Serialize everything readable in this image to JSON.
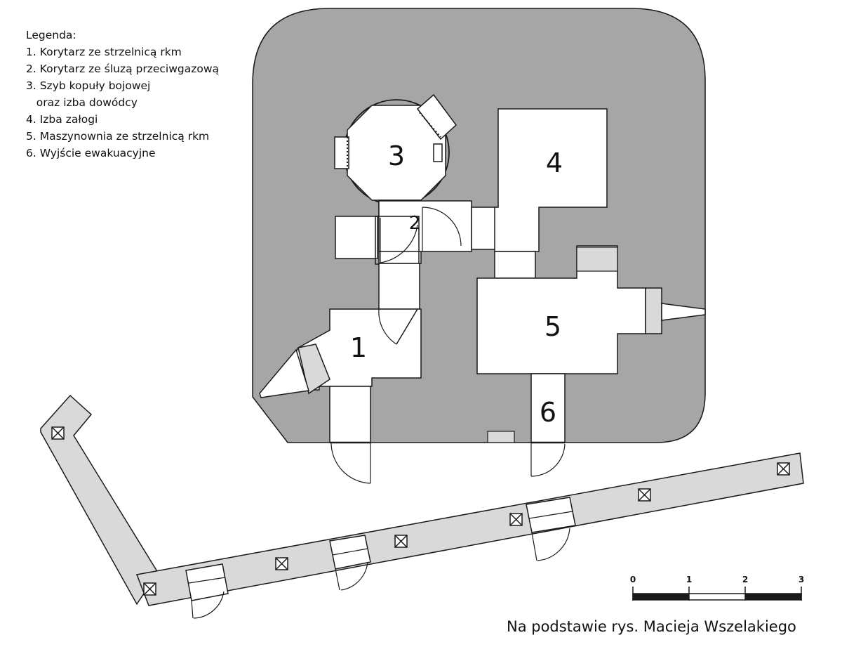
{
  "legend": {
    "title": "Legenda:",
    "items": [
      "1. Korytarz ze strzelnicą rkm",
      "2. Korytarz ze śluzą przeciwgazową",
      "3. Szyb kopuły bojowej",
      "   oraz izba dowódcy",
      "4. Izba załogi",
      "5. Maszynownia ze strzelnicą rkm",
      "6. Wyjście ewakuacyjne"
    ]
  },
  "rooms": {
    "r1": "1",
    "r2": "2",
    "r3": "3",
    "r4": "4",
    "r5": "5",
    "r6": "6"
  },
  "scale_bar": {
    "ticks": [
      "0",
      "1",
      "2",
      "3"
    ]
  },
  "credit": "Na podstawie rys. Macieja Wszelakiego",
  "colors": {
    "concrete": "#a6a6a6",
    "trench": "#d9d9d9",
    "line": "#1a1a1a",
    "room": "#ffffff"
  }
}
